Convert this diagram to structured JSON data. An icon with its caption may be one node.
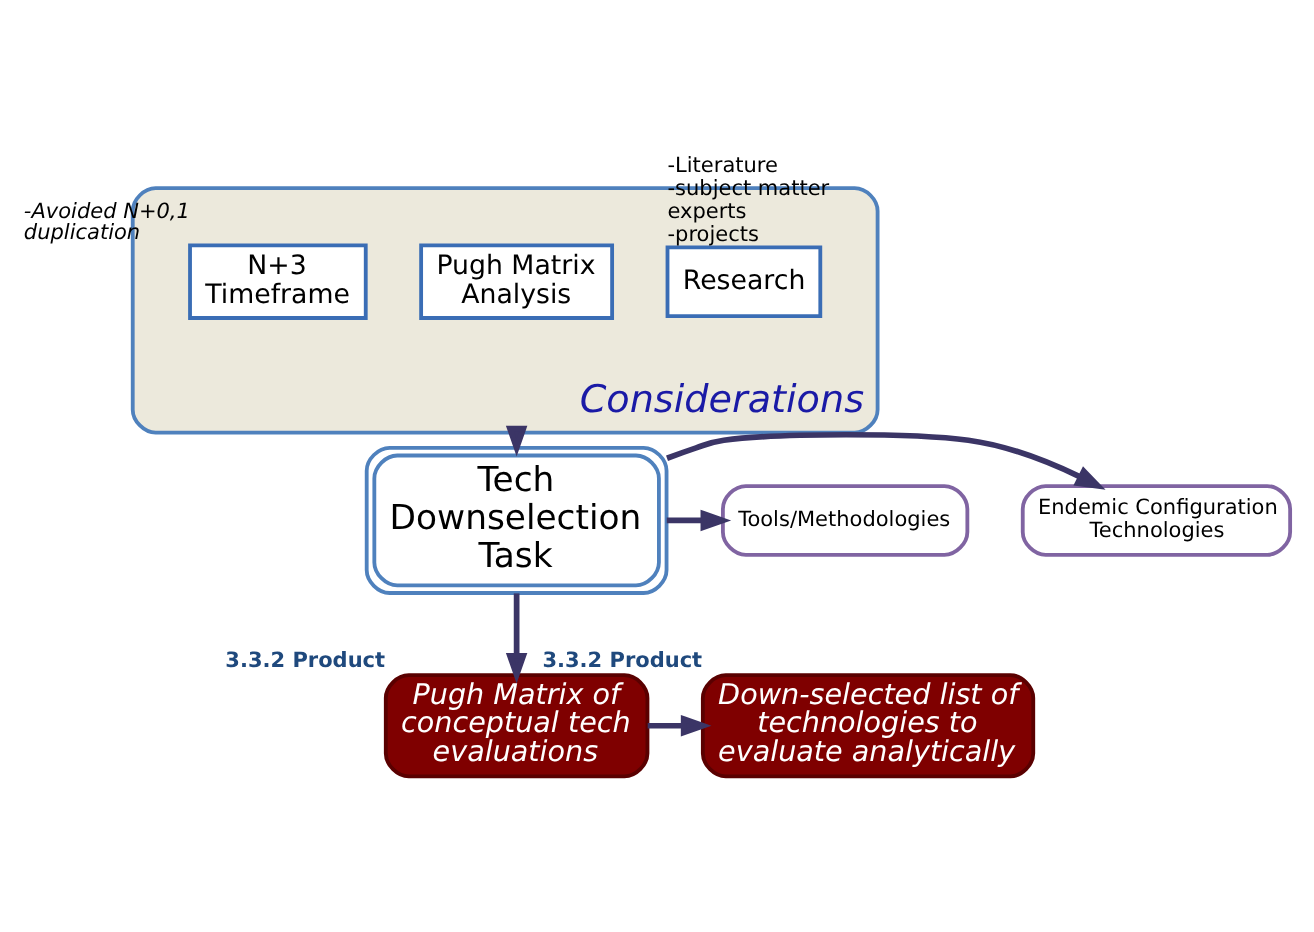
{
  "diagram": {
    "nodes": [
      {
        "text": [
          "Considerations"
        ]
      },
      {
        "text": [
          "Research"
        ],
        "in": 0,
        "beside": [
          "-Literature",
          "-subject matter experts",
          "-projects"
        ]
      },
      {
        "text": [
          "Pugh Matrix Analysis"
        ],
        "in": 0
      },
      {
        "text": [
          "N+3 Timeframe"
        ],
        "in": 0,
        "beside": [
          "-Avoided N+0,1 duplication"
        ]
      },
      {
        "text": [
          "Tech Downselection Task"
        ]
      },
      {
        "text": [
          "Endemic Configuration Technologies"
        ]
      },
      {
        "text": [
          "Tools/Methodologies"
        ]
      },
      {
        "text": [
          "Pugh Matrix of conceptual tech evaluations"
        ],
        "beside": [
          "3.3.2 Product"
        ]
      },
      {
        "text": [
          "Down-selected list of technologies to evaluate analytically"
        ],
        "beside": [
          "3.3.2 Product"
        ]
      }
    ],
    "edges": [
      {
        "from": 0,
        "to": 4,
        "arrow": "to"
      },
      {
        "from": 4,
        "to": 5,
        "arrow": "to"
      },
      {
        "from": 4,
        "to": 6,
        "arrow": "to"
      },
      {
        "from": 4,
        "to": 7,
        "arrow": "to"
      },
      {
        "from": 7,
        "to": 8,
        "arrow": "to"
      }
    ]
  }
}
